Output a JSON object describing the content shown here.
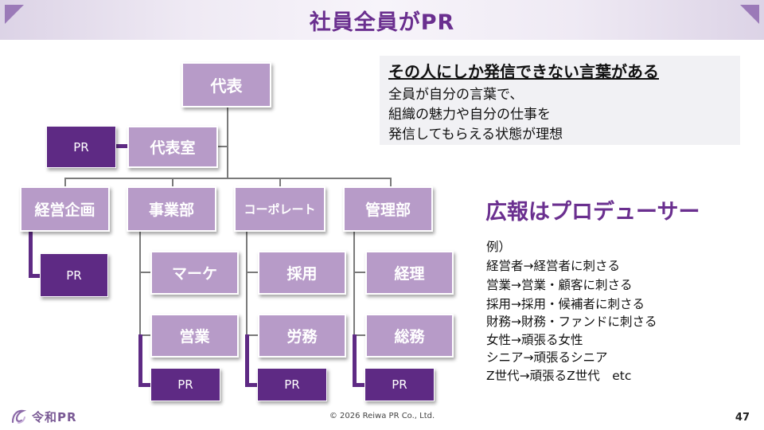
{
  "title": "社員全員がPR",
  "org": {
    "ceo": "代表",
    "ceo_office": "代表室",
    "departments": [
      "経営企画",
      "事業部",
      "コーポレート",
      "管理部"
    ],
    "sub_units": [
      "マーケ",
      "営業",
      "採用",
      "労務",
      "経理",
      "総務"
    ],
    "pr_label": "PR"
  },
  "message": {
    "headline": "その人にしか発信できない言葉がある",
    "lines": [
      "全員が自分の言葉で、",
      "組織の魅力や自分の仕事を",
      "発信してもらえる状態が理想"
    ]
  },
  "producer": {
    "headline": "広報はプロデューサー",
    "examples_label": "例）",
    "examples": [
      "経営者→経営者に刺さる",
      "営業→営業・顧客に刺さる",
      "採用→採用・候補者に刺さる",
      "財務→財務・ファンドに刺さる",
      "女性→頑張る女性",
      "シニア→頑張るシニア",
      "Z世代→頑張るZ世代　etc"
    ]
  },
  "footer": {
    "logo_text": "令和PR",
    "copyright": "© 2026 Reiwa PR Co., Ltd.",
    "page_number": "47"
  },
  "colors": {
    "accent": "#6a2f8f",
    "box": "#b79bc8",
    "pr_box": "#5e2a84",
    "header_triangle": "#9b7ab8"
  }
}
